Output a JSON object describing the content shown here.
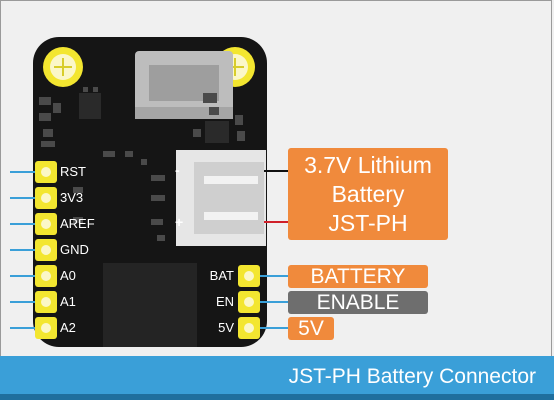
{
  "pins_left": [
    {
      "label": "RST"
    },
    {
      "label": "3V3"
    },
    {
      "label": "AREF"
    },
    {
      "label": "GND"
    },
    {
      "label": "A0"
    },
    {
      "label": "A1"
    },
    {
      "label": "A2"
    }
  ],
  "pins_right": [
    {
      "label": "BAT"
    },
    {
      "label": "EN"
    },
    {
      "label": "5V"
    }
  ],
  "jst": {
    "minus": "-",
    "plus": "+"
  },
  "callouts": {
    "battery_line1": "3.7V Lithium",
    "battery_line2": "Battery",
    "battery_line3": "JST-PH",
    "bat": "BATTERY",
    "en": "ENABLE",
    "v5": "5V"
  },
  "colors": {
    "orange": "#f08a3c",
    "gray": "#6e6e6e",
    "pin_yellow": "#f3e630",
    "lead_blue": "#3a9fd8",
    "wire_black": "#111111",
    "wire_red": "#d0202a"
  },
  "footer": {
    "title": "JST-PH Battery Connector"
  }
}
